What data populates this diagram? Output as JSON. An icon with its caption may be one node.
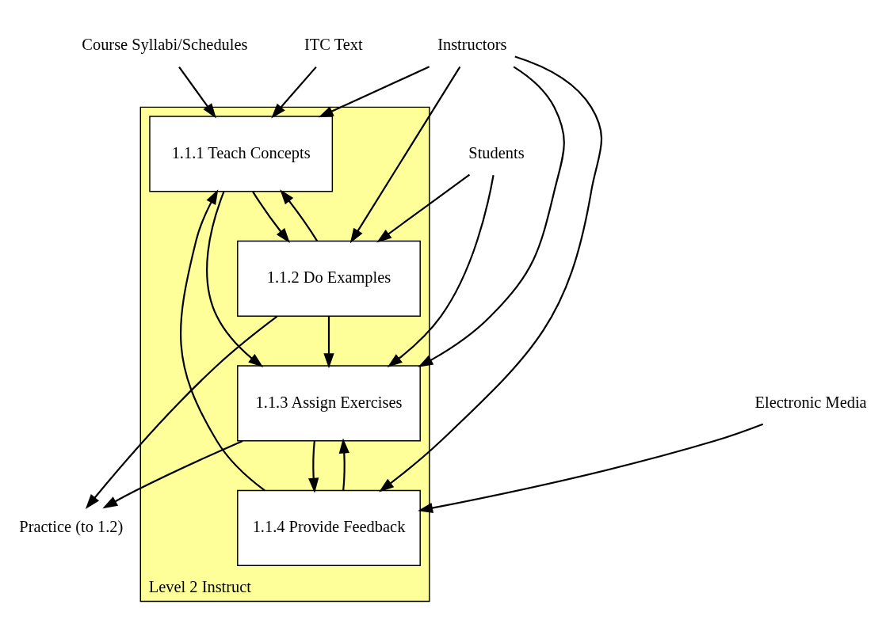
{
  "diagram": {
    "nodes": [
      {
        "text": [
          "Level 2 Instruct"
        ]
      },
      {
        "text": [
          "1.1.1 Teach Concepts"
        ],
        "in": 0
      },
      {
        "text": [
          "1.1.2 Do Examples"
        ],
        "in": 0
      },
      {
        "text": [
          "1.1.3 Assign Exercises"
        ],
        "in": 0
      },
      {
        "text": [
          "1.1.4 Provide Feedback"
        ],
        "in": 0
      },
      {
        "text": [
          "ITC Text"
        ]
      },
      {
        "text": [
          "Course Syllabi/Schedules"
        ]
      },
      {
        "text": [
          "Instructors"
        ]
      },
      {
        "text": [
          "Students"
        ]
      },
      {
        "text": [
          "Electronic Media"
        ]
      },
      {
        "text": [
          "Practice (to 1.2)"
        ]
      }
    ],
    "edges": [
      {
        "from": 5,
        "to": 1,
        "arrow": "to"
      },
      {
        "from": 6,
        "to": 1,
        "arrow": "to"
      },
      {
        "from": 7,
        "to": 1,
        "arrow": "to"
      },
      {
        "from": 7,
        "to": 2,
        "arrow": "to"
      },
      {
        "from": 7,
        "to": 3,
        "arrow": "to"
      },
      {
        "from": 7,
        "to": 4,
        "arrow": "to"
      },
      {
        "from": 8,
        "to": 3,
        "arrow": "to"
      },
      {
        "from": 8,
        "to": 2,
        "arrow": "to"
      },
      {
        "from": 1,
        "to": 2,
        "arrow": "to"
      },
      {
        "from": 2,
        "to": 1,
        "arrow": "to"
      },
      {
        "from": 2,
        "to": 3,
        "arrow": "to"
      },
      {
        "from": 1,
        "to": 3,
        "arrow": "to"
      },
      {
        "from": 2,
        "to": 10,
        "arrow": "to"
      },
      {
        "from": 3,
        "to": 10,
        "arrow": "to"
      },
      {
        "from": 3,
        "to": 4,
        "arrow": "to"
      },
      {
        "from": 4,
        "to": 3,
        "arrow": "to"
      },
      {
        "from": 4,
        "to": 1,
        "arrow": "to"
      },
      {
        "from": 9,
        "to": 4,
        "arrow": "to"
      }
    ]
  }
}
